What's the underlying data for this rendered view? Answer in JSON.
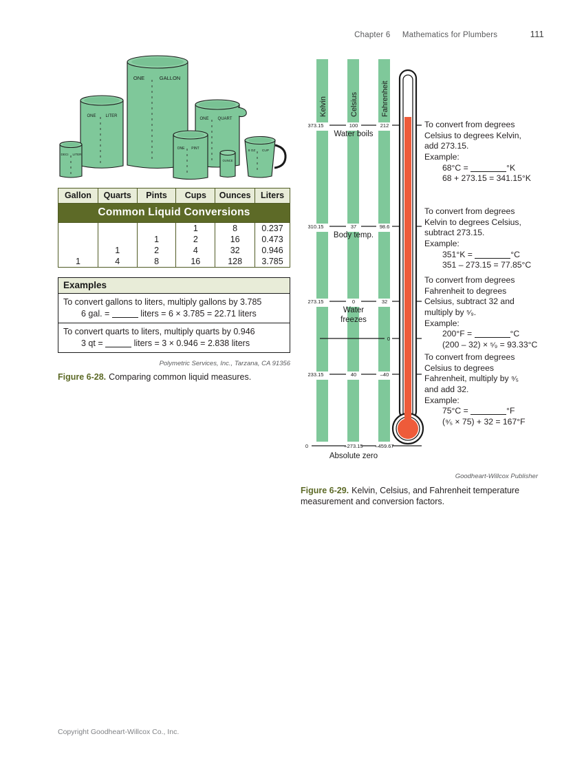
{
  "header": {
    "chapter": "Chapter 6",
    "title": "Mathematics for Plumbers",
    "page_number": "111"
  },
  "containers_figure": {
    "labels": {
      "gallon_one": "ONE",
      "gallon_name": "GALLON",
      "liter_one": "ONE",
      "liter_name": "LITER",
      "quart_one": "ONE",
      "quart_name": "QUART",
      "pint_one": "ONE",
      "pint_name": "PINT",
      "deci": "DECI",
      "deci_liter": "LITER",
      "ounce": "OUNCE",
      "cup_oz": "8 OZ",
      "cup_name": "CUP"
    },
    "fill_color": "#7fc89a",
    "outline_color": "#1a1a1a"
  },
  "conversion_table": {
    "title": "Common Liquid Conversions",
    "columns": [
      "Gallon",
      "Quarts",
      "Pints",
      "Cups",
      "Ounces",
      "Liters"
    ],
    "rows": [
      [
        "",
        "",
        "",
        "1",
        "8",
        "0.237"
      ],
      [
        "",
        "",
        "1",
        "2",
        "16",
        "0.473"
      ],
      [
        "",
        "1",
        "2",
        "4",
        "32",
        "0.946"
      ],
      [
        "1",
        "4",
        "8",
        "16",
        "128",
        "3.785"
      ]
    ],
    "header_bg": "#5d6a27",
    "column_bg": "#e8ecd8"
  },
  "examples_box": {
    "heading": "Examples",
    "rows": [
      {
        "line1": "To convert gallons to liters, multiply gallons by 3.785",
        "line2_pre": "6 gal. = ",
        "line2_post": " liters = 6 × 3.785 = 22.71 liters"
      },
      {
        "line1": "To convert quarts to liters, multiply quarts by 0.946",
        "line2_pre": "3 qt = ",
        "line2_post": " liters = 3 × 0.946 = 2.838 liters"
      }
    ]
  },
  "figure_28": {
    "credit": "Polymetric Services, Inc., Tarzana, CA 91356",
    "number": "Figure 6-28.",
    "caption": "Comparing common liquid measures."
  },
  "thermometer_figure": {
    "scale_names": [
      "Kelvin",
      "Celsius",
      "Fahrenheit"
    ],
    "bar_color": "#7fc89a",
    "mercury_color": "#ee5b3a",
    "reference_points": [
      {
        "label": "Water boils",
        "kelvin": "373.15",
        "celsius": "100",
        "fahrenheit": "212"
      },
      {
        "label": "Body temp.",
        "kelvin": "310.15",
        "celsius": "37",
        "fahrenheit": "98.6"
      },
      {
        "label": "Water freezes",
        "kelvin": "273.15",
        "celsius": "0",
        "fahrenheit": "32"
      },
      {
        "label": "",
        "kelvin": "",
        "celsius": "",
        "fahrenheit": "0"
      },
      {
        "label": "",
        "kelvin": "233.15",
        "celsius": "40",
        "fahrenheit": "–40"
      },
      {
        "label": "Absolute zero",
        "kelvin": "0",
        "celsius": "–273.15",
        "fahrenheit": "–459.67"
      }
    ],
    "conversions": [
      {
        "line1": "To convert from degrees",
        "line2": "Celsius to degrees Kelvin,",
        "line3": "add 273.15.",
        "line4": "Example:",
        "ex1_pre": "68°C = ",
        "ex1_post": "°K",
        "ex2": "68 + 273.15 = 341.15°K"
      },
      {
        "line1": "To convert from degrees",
        "line2": "Kelvin to degrees Celsius,",
        "line3": "subtract 273.15.",
        "line4": "Example:",
        "ex1_pre": "351°K = ",
        "ex1_post": "°C",
        "ex2": "351 – 273.15 = 77.85°C"
      },
      {
        "line1": "To convert from degrees",
        "line2": "Fahrenheit to degrees",
        "line3": "Celsius, subtract 32 and",
        "line3b_pre": "multiply by ",
        "line3b_frac": "⁵⁄₉",
        "line3b_post": ".",
        "line4": "Example:",
        "ex1_pre": "200°F = ",
        "ex1_post": "°C",
        "ex2_pre": "(200 – 32) × ",
        "ex2_frac": "⁵⁄₉",
        "ex2_post": " = 93.33°C"
      },
      {
        "line1": "To convert from degrees",
        "line2": "Celsius to degrees",
        "line3_pre": "Fahrenheit, multiply by ",
        "line3_frac": "⁹⁄₅",
        "line3b": "and add 32.",
        "line4": "Example:",
        "ex1_pre": "75°C = ",
        "ex1_post": "°F",
        "ex2_pre": "(",
        "ex2_frac": "⁹⁄₅",
        "ex2_post": " × 75) + 32 = 167°F"
      }
    ]
  },
  "figure_29": {
    "credit": "Goodheart-Willcox Publisher",
    "number": "Figure 6-29.",
    "caption_line1": "Kelvin, Celsius, and Fahrenheit temperature",
    "caption_line2": "measurement and conversion factors."
  },
  "footer": {
    "copyright": "Copyright Goodheart-Willcox Co., Inc."
  }
}
